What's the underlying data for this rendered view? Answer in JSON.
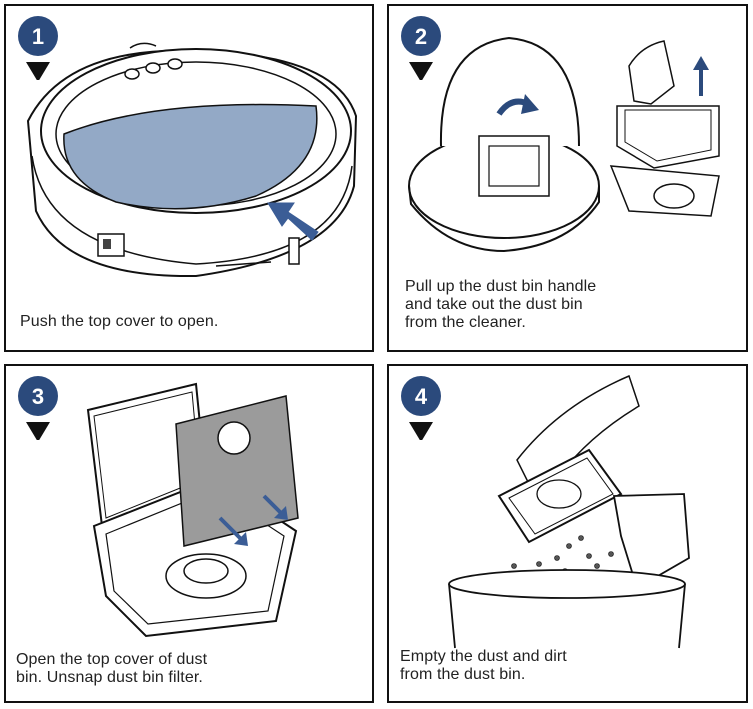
{
  "colors": {
    "badge": "#2b4a7c",
    "accent_blue": "#3b5d96",
    "cover_fill": "#93a9c6",
    "filter_fill": "#9b9b9b",
    "line": "#111111"
  },
  "steps": [
    {
      "number": "1",
      "caption": "Push the top cover to open."
    },
    {
      "number": "2",
      "caption": "Pull up the dust bin handle\nand take out the dust bin\nfrom the cleaner."
    },
    {
      "number": "3",
      "caption": "Open the top cover of dust\nbin. Unsnap dust bin filter."
    },
    {
      "number": "4",
      "caption": "Empty the dust and dirt\nfrom the dust bin."
    }
  ]
}
